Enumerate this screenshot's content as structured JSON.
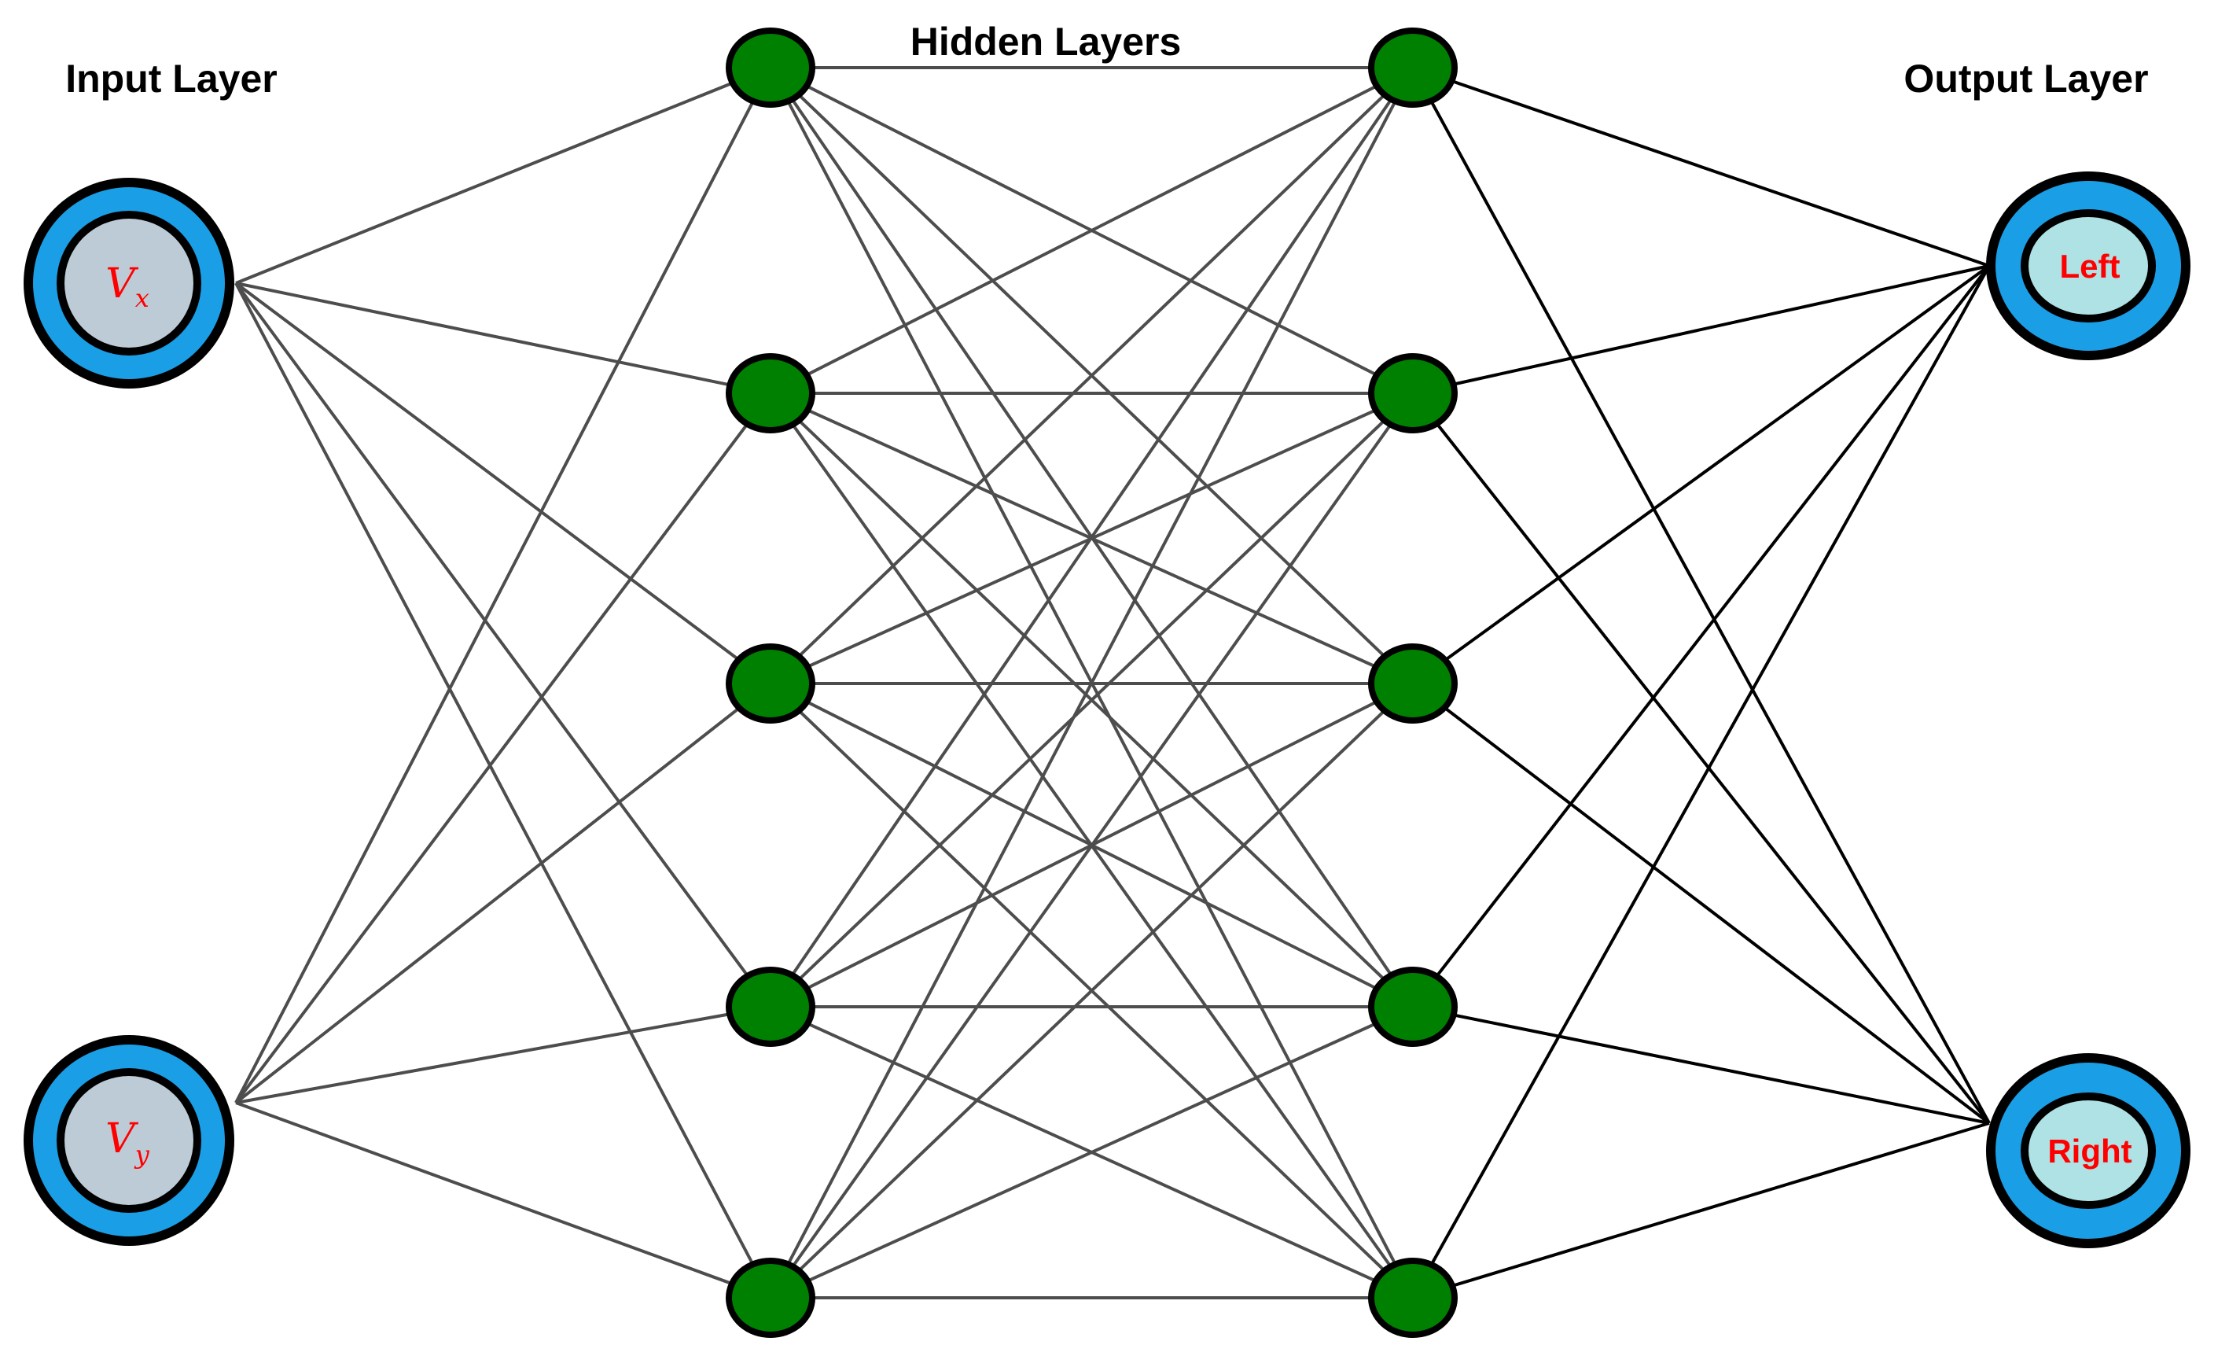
{
  "titles": {
    "input_layer": "Input Layer",
    "hidden_layers": "Hidden Layers",
    "output_layer": "Output Layer"
  },
  "input_nodes": [
    {
      "symbol": "V",
      "subscript": "x"
    },
    {
      "symbol": "V",
      "subscript": "y"
    }
  ],
  "output_nodes": [
    {
      "label": "Left"
    },
    {
      "label": "Right"
    }
  ],
  "hidden_layer_sizes": [
    5,
    5
  ],
  "connectivity": "fully-connected",
  "colors": {
    "hidden_node_fill": "#008000",
    "node_outline": "#000000",
    "io_ring": "#1a9ee6",
    "input_core": "#bccbd6",
    "output_core": "#aee2e4",
    "io_label": "#ff0000",
    "edge_input_hidden": "#4d4d4d",
    "edge_hidden_output": "#000000"
  }
}
